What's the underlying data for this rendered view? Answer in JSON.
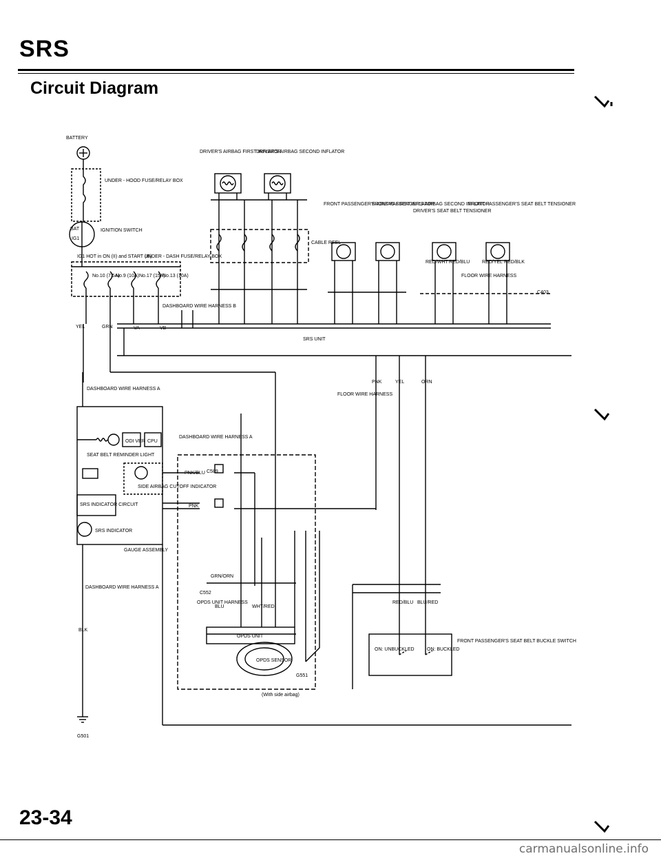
{
  "header": {
    "section": "SRS",
    "subtitle": "Circuit Diagram",
    "page_number": "23-34"
  },
  "footer": {
    "watermark": "carmanualsonline.info"
  },
  "diagram": {
    "labels": {
      "battery": "BATTERY",
      "under_hood_box": "UNDER - HOOD FUSE/RELAY BOX",
      "ignition_switch": "IGNITION SWITCH",
      "bat": "BAT",
      "ig1": "IG1",
      "ig1_note": "IG1 HOT in ON (II) and START (III)",
      "under_dash_box": "UNDER - DASH FUSE/RELAY BOX",
      "fuse_10": "No.10 (7.5A)",
      "fuse_9": "No.9 (10A)",
      "fuse_17": "No.17 (15A)",
      "fuse_13": "No.13 (10A)",
      "drv_first": "DRIVER'S AIRBAG FIRST INFLATOR",
      "drv_second": "DRIVER'S AIRBAG SECOND INFLATOR",
      "cable_reel": "CABLE REEL",
      "pass_first": "FRONT PASSENGER'S AIRBAG FIRST INFLATOR",
      "pass_second": "FRONT PASSENGER'S AIRBAG SECOND INFLATOR",
      "drv_tensioner": "DRIVER'S SEAT BELT TENSIONER",
      "pass_tensioner": "FRONT PASSENGER'S SEAT BELT TENSIONER",
      "floor_harness": "FLOOR WIRE HARNESS",
      "dash_harness_b": "DASHBOARD WIRE HARNESS B",
      "srs_unit": "SRS UNIT",
      "dash_harness_a": "DASHBOARD WIRE HARNESS A",
      "odi": "ODI VER",
      "cpu": "CPU",
      "seat_belt_light": "SEAT BELT REMINDER LIGHT",
      "side_airbag_cutoff": "SIDE AIRBAG CUTOFF INDICATOR",
      "srs_ind_circuit": "SRS INDICATOR CIRCUIT",
      "srs_indicator": "SRS INDICATOR",
      "gauge_assembly": "GAUGE ASSEMBLY",
      "c403": "C403",
      "c589": "C589",
      "c552": "C552",
      "opds_harness": "OPDS UNIT HARNESS",
      "opds_unit": "OPDS UNIT",
      "opds_sensor": "OPDS SENSOR",
      "g551": "G551",
      "g501": "G501",
      "side_airbag_note": "(With side airbag)",
      "pass_buckle": "FRONT PASSENGER'S SEAT BELT BUCKLE SWITCH",
      "on_unbuckled": "ON: UNBUCKLED",
      "on_buckled": "ON: BUCKLED",
      "wire_yel": "YEL",
      "wire_grn": "GRN",
      "wire_blk": "BLK",
      "wire_pnk": "PNK",
      "wire_org": "ORN",
      "wire_pnk_blu": "PNK/BLU",
      "wire_red_wht": "RED/WHT",
      "wire_red_blu": "RED/BLU",
      "wire_red_yel": "RED/YEL",
      "wire_red_blk": "RED/BLK",
      "wire_blu_red": "BLU/RED",
      "wire_grn_orn": "GRN/ORN",
      "wire_blu": "BLU",
      "wire_wht_red": "WHT/RED",
      "va": "VA",
      "vb": "VB"
    }
  }
}
